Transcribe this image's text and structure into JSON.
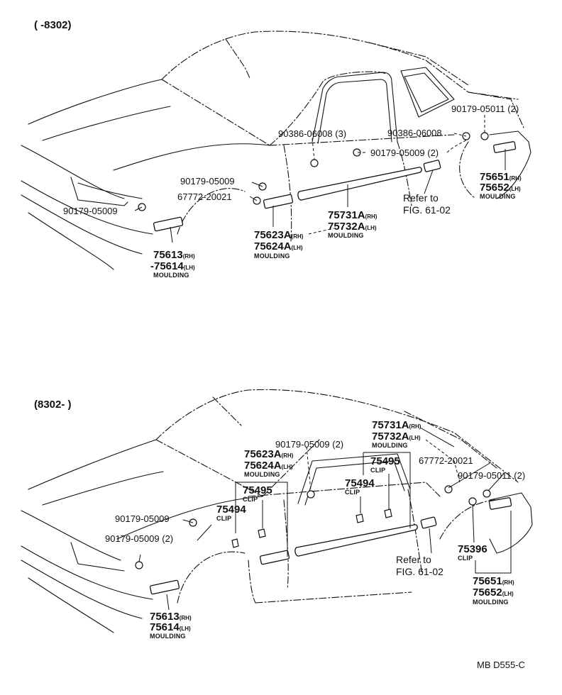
{
  "diagram": {
    "ref_code": "MB D555-C",
    "sections": [
      {
        "range_label": "(      -8302)",
        "callouts": {
          "c1": "90179-05011 (2)",
          "c2": "90386-06008 (3)",
          "c3": "90386-06008",
          "c4": "90179-05009 (2)",
          "c5": "90179-05009",
          "c6": "67772-20021",
          "c7": "90179-05009",
          "refer1": "Refer to",
          "refer2": "FIG. 61-02",
          "rear_rh": "75651",
          "rear_lh": "75652",
          "rear_cap": "MOULDING",
          "door_rh": "75731A",
          "door_lh": "75732A",
          "door_cap": "MOULDING",
          "fdoor_rh": "75623A",
          "fdoor_lh": "75624A",
          "fdoor_cap": "MOULDING",
          "front_rh": "75613",
          "front_lh": "-75614",
          "front_cap": "MOULDING"
        }
      },
      {
        "range_label": "(8302-        )",
        "callouts": {
          "door_rh": "75731A",
          "door_lh": "75732A",
          "door_cap": "MOULDING",
          "c1": "90179-05009 (2)",
          "fdoor_rh": "75623A",
          "fdoor_lh": "75624A",
          "fdoor_cap": "MOULDING",
          "clip1": "75495",
          "clip1_cap": "CLIP",
          "c2": "67772-20021",
          "clip2": "75495",
          "clip2_cap": "CLIP",
          "c3": "90179-05011 (2)",
          "clip3": "75494",
          "clip3_cap": "CLIP",
          "clip4": "75494",
          "clip4_cap": "CLIP",
          "c4": "90179-05009",
          "c5": "90179-05009 (2)",
          "clip5": "75396",
          "clip5_cap": "CLIP",
          "refer1": "Refer to",
          "refer2": "FIG. 61-02",
          "rear_rh": "75651",
          "rear_lh": "75652",
          "rear_cap": "MOULDING",
          "front_rh": "75613",
          "front_lh": "75614",
          "front_cap": "MOULDING"
        }
      }
    ],
    "suffix_rh": "(RH)",
    "suffix_lh": "(LH)"
  }
}
